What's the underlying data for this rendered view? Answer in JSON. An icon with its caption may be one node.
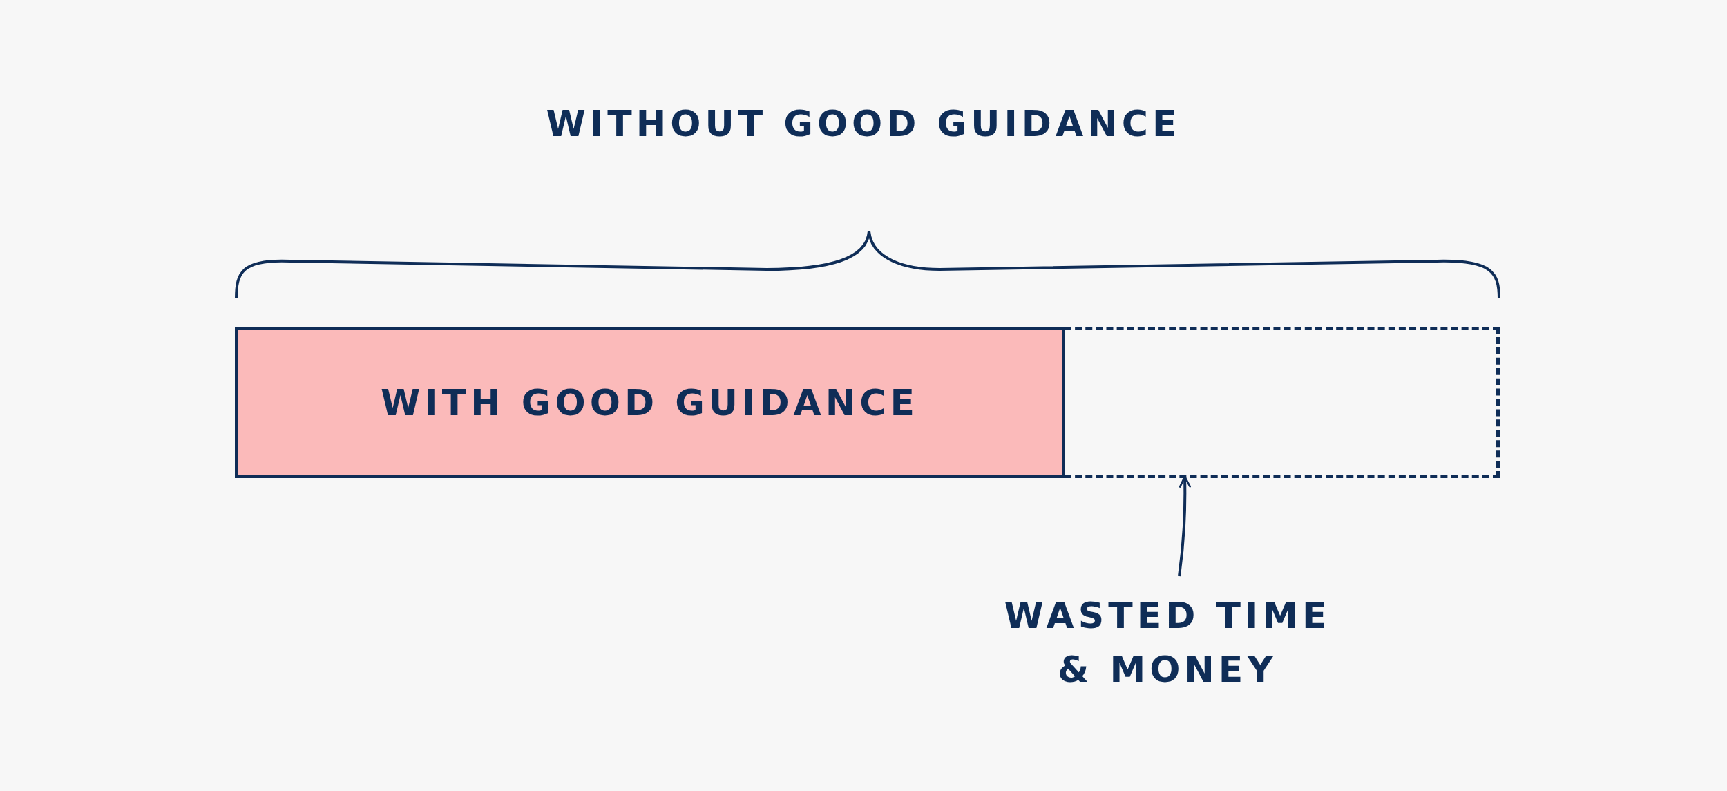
{
  "diagram": {
    "nodes": [
      {
        "text": [
          "WITH GOOD GUIDANCE"
        ]
      },
      {
        "text": [],
        "shape": "box"
      },
      {
        "text": [
          "WASTED TIME & MONEY"
        ]
      }
    ],
    "edges": [
      {
        "from": 2,
        "to": 1,
        "arrow": "to"
      }
    ],
    "labels": [
      "WITHOUT GOOD GUIDANCE"
    ]
  }
}
